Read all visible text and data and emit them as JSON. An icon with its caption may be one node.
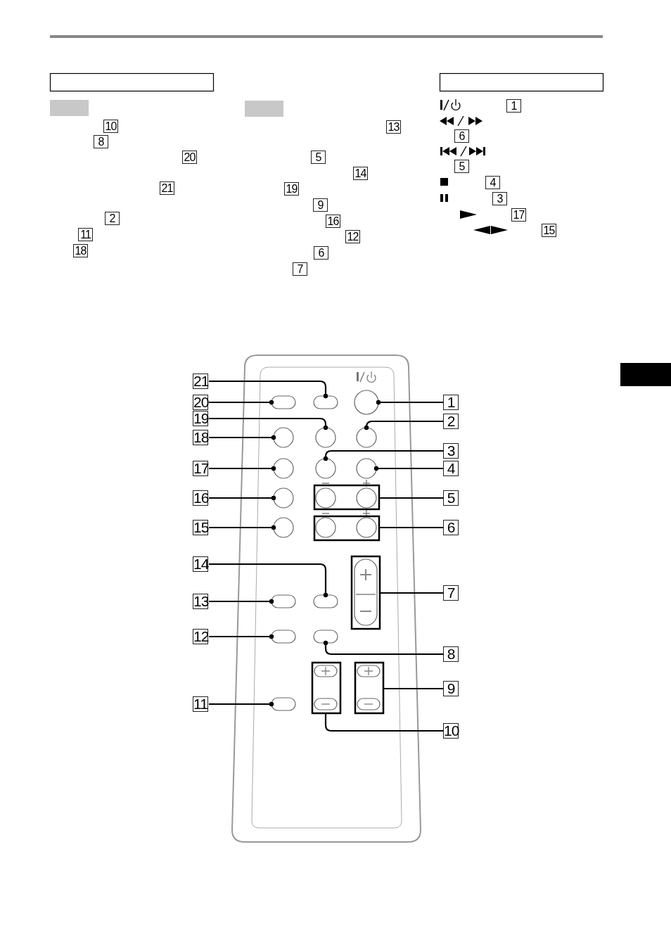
{
  "diagram": {
    "nodes": [
      {
        "text": [
          "1"
        ]
      },
      {
        "text": [
          "2"
        ]
      },
      {
        "text": [
          "3"
        ]
      },
      {
        "text": [
          "4"
        ]
      },
      {
        "text": [
          "5"
        ]
      },
      {
        "text": [
          "6"
        ]
      },
      {
        "text": [
          "7"
        ]
      },
      {
        "text": [
          "8"
        ]
      },
      {
        "text": [
          "9"
        ]
      },
      {
        "text": [
          "10"
        ]
      },
      {
        "text": [
          "11"
        ]
      },
      {
        "text": [
          "12"
        ]
      },
      {
        "text": [
          "13"
        ]
      },
      {
        "text": [
          "14"
        ]
      },
      {
        "text": [
          "15"
        ]
      },
      {
        "text": [
          "16"
        ]
      },
      {
        "text": [
          "17"
        ]
      },
      {
        "text": [
          "18"
        ]
      },
      {
        "text": [
          "19"
        ]
      },
      {
        "text": [
          "20"
        ]
      },
      {
        "text": [
          "21"
        ]
      },
      {
        "text": [],
        "shape": "button"
      },
      {
        "text": [],
        "shape": "button"
      },
      {
        "text": [],
        "shape": "button"
      },
      {
        "text": [],
        "shape": "button"
      },
      {
        "text": [],
        "shape": "box"
      },
      {
        "text": [],
        "shape": "box"
      },
      {
        "text": [],
        "shape": "box"
      },
      {
        "text": [],
        "shape": "button"
      },
      {
        "text": [],
        "shape": "box"
      },
      {
        "text": [],
        "shape": "box"
      },
      {
        "text": [],
        "shape": "button"
      },
      {
        "text": [],
        "shape": "button"
      },
      {
        "text": [],
        "shape": "button"
      },
      {
        "text": [],
        "shape": "button"
      },
      {
        "text": [],
        "shape": "button"
      },
      {
        "text": [],
        "shape": "button"
      },
      {
        "text": [],
        "shape": "button"
      },
      {
        "text": [],
        "shape": "button"
      },
      {
        "text": [],
        "shape": "button"
      },
      {
        "text": [],
        "shape": "button"
      },
      {
        "text": [],
        "shape": "button"
      }
    ],
    "edges": [
      {
        "from": 0,
        "to": 21,
        "arrow": "other"
      },
      {
        "from": 1,
        "to": 22,
        "arrow": "other"
      },
      {
        "from": 2,
        "to": 23,
        "arrow": "other"
      },
      {
        "from": 3,
        "to": 24,
        "arrow": "other"
      },
      {
        "from": 4,
        "to": 25,
        "arrow": "none"
      },
      {
        "from": 5,
        "to": 26,
        "arrow": "none"
      },
      {
        "from": 6,
        "to": 27,
        "arrow": "none"
      },
      {
        "from": 7,
        "to": 28,
        "arrow": "other"
      },
      {
        "from": 8,
        "to": 29,
        "arrow": "none"
      },
      {
        "from": 9,
        "to": 30,
        "arrow": "none"
      },
      {
        "from": 10,
        "to": 31,
        "arrow": "other"
      },
      {
        "from": 11,
        "to": 32,
        "arrow": "other"
      },
      {
        "from": 12,
        "to": 33,
        "arrow": "other"
      },
      {
        "from": 13,
        "to": 34,
        "arrow": "other"
      },
      {
        "from": 14,
        "to": 35,
        "arrow": "other"
      },
      {
        "from": 15,
        "to": 36,
        "arrow": "other"
      },
      {
        "from": 16,
        "to": 37,
        "arrow": "other"
      },
      {
        "from": 17,
        "to": 38,
        "arrow": "other"
      },
      {
        "from": 18,
        "to": 39,
        "arrow": "other"
      },
      {
        "from": 19,
        "to": 40,
        "arrow": "other"
      },
      {
        "from": 20,
        "to": 41,
        "arrow": "other"
      }
    ],
    "labels": [
      "10",
      "8",
      "20",
      "21",
      "2",
      "11",
      "18",
      "13",
      "5",
      "14",
      "19",
      "9",
      "16",
      "12",
      "6",
      "7",
      "1",
      "6",
      "5",
      "4",
      "3",
      "17",
      "15"
    ]
  }
}
